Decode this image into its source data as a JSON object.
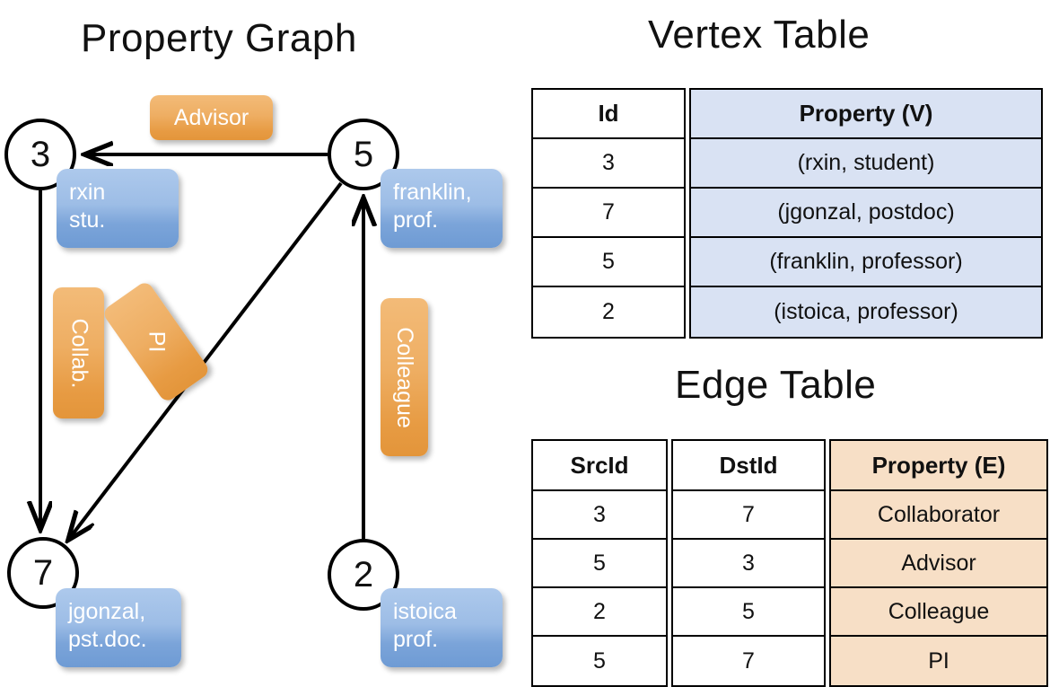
{
  "titles": {
    "property_graph": "Property Graph",
    "vertex_table": "Vertex Table",
    "edge_table": "Edge Table"
  },
  "colors": {
    "vertex_property_fill": "#D9E2F3",
    "edge_property_fill": "#F7DFC6",
    "node_box_blue_top": "#ADC9EC",
    "node_box_blue_bottom": "#6E9BD4",
    "edge_label_orange_top": "#F3BB78",
    "edge_label_orange_bottom": "#E3953A",
    "stroke": "#000000",
    "background": "#FFFFFF"
  },
  "graph": {
    "nodes": [
      {
        "id": "3",
        "label": "3",
        "property_lines": [
          "rxin",
          "stu."
        ]
      },
      {
        "id": "5",
        "label": "5",
        "property_lines": [
          "franklin,",
          "prof."
        ]
      },
      {
        "id": "7",
        "label": "7",
        "property_lines": [
          "jgonzal,",
          "pst.doc."
        ]
      },
      {
        "id": "2",
        "label": "2",
        "property_lines": [
          "istoica",
          "prof."
        ]
      }
    ],
    "edge_labels": [
      {
        "key": "advisor",
        "text": "Advisor",
        "src": "5",
        "dst": "3"
      },
      {
        "key": "collab",
        "text": "Collab.",
        "src": "3",
        "dst": "7"
      },
      {
        "key": "pi",
        "text": "PI",
        "src": "5",
        "dst": "7"
      },
      {
        "key": "colleague",
        "text": "Colleague",
        "src": "2",
        "dst": "5"
      }
    ]
  },
  "vertex_table": {
    "headers": [
      "Id",
      "Property (V)"
    ],
    "rows": [
      {
        "id": "3",
        "property": "(rxin, student)"
      },
      {
        "id": "7",
        "property": "(jgonzal, postdoc)"
      },
      {
        "id": "5",
        "property": "(franklin, professor)"
      },
      {
        "id": "2",
        "property": "(istoica, professor)"
      }
    ]
  },
  "edge_table": {
    "headers": [
      "SrcId",
      "DstId",
      "Property (E)"
    ],
    "rows": [
      {
        "src": "3",
        "dst": "7",
        "property": "Collaborator"
      },
      {
        "src": "5",
        "dst": "3",
        "property": "Advisor"
      },
      {
        "src": "2",
        "dst": "5",
        "property": "Colleague"
      },
      {
        "src": "5",
        "dst": "7",
        "property": "PI"
      }
    ]
  }
}
